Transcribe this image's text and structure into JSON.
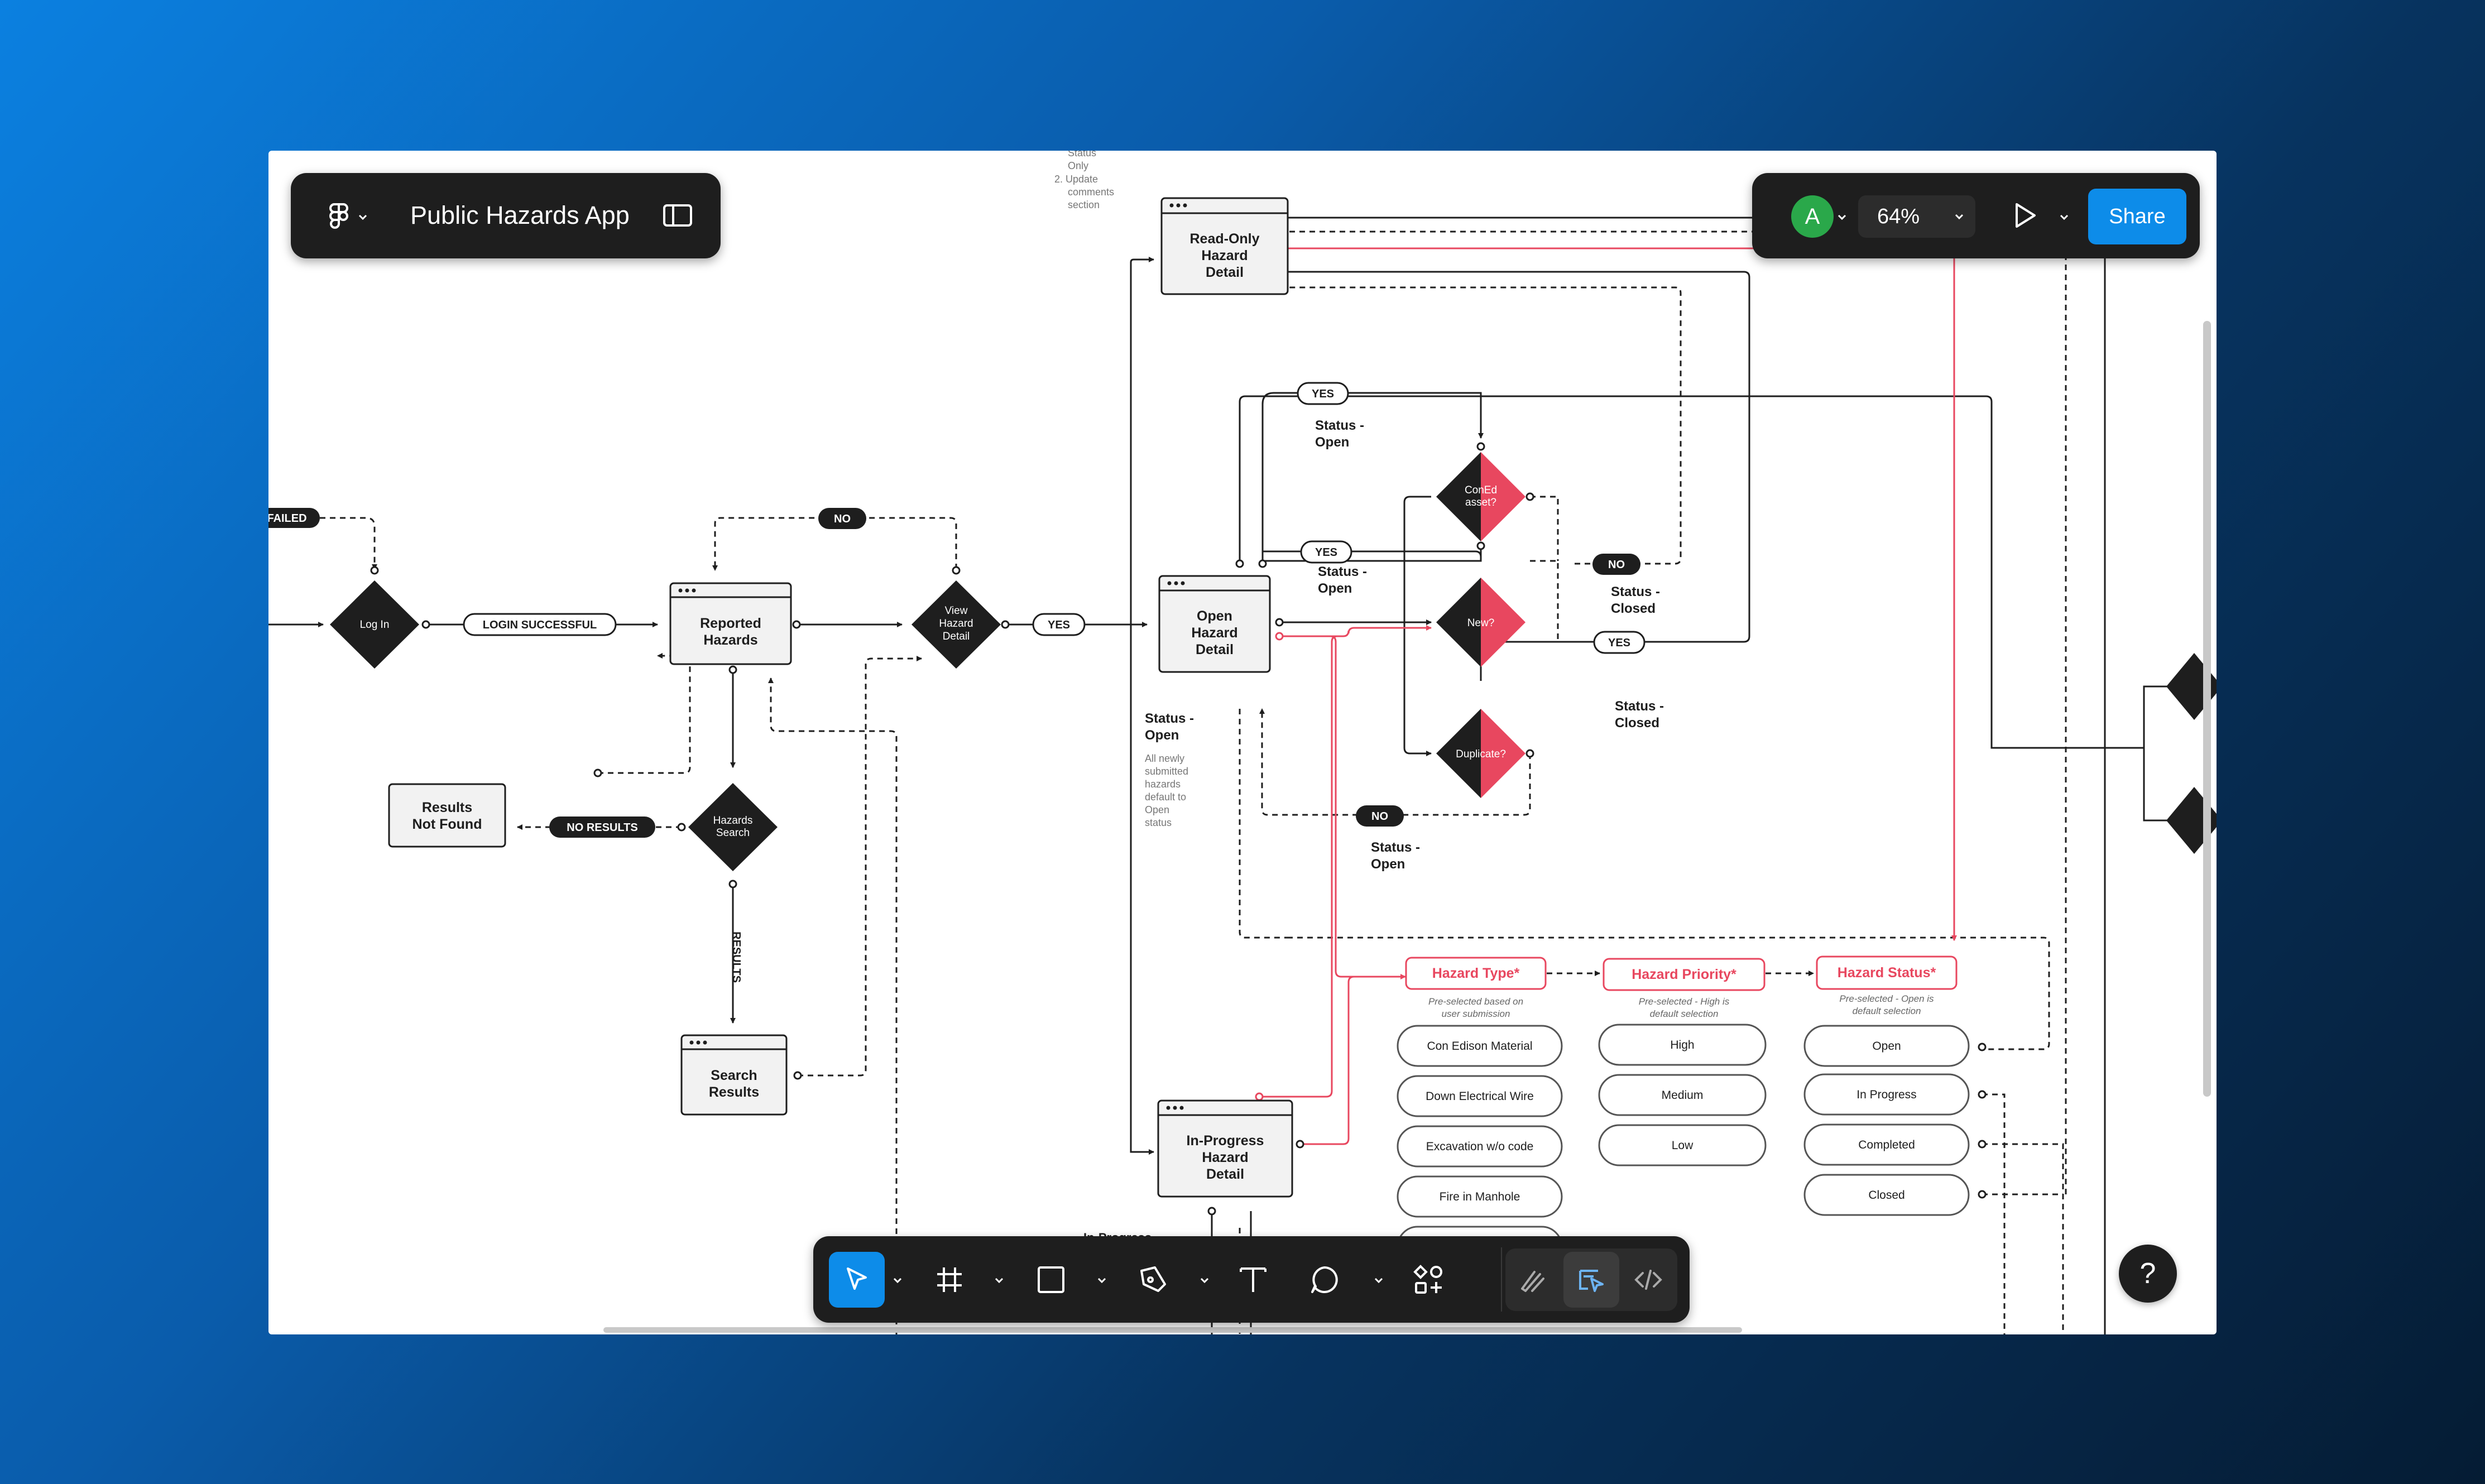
{
  "app": {
    "file_title": "Public Hazards App",
    "zoom": "64%",
    "user_initial": "A",
    "share_label": "Share",
    "help_label": "?"
  },
  "colors": {
    "accent": "#0d8ce9",
    "danger": "#e8475f",
    "ink": "#1e1e1e",
    "avatar": "#2aa84a"
  },
  "toolbar": {
    "tools": [
      {
        "name": "move-tool",
        "icon": "cursor-arrow-icon",
        "active": true
      },
      {
        "name": "frame-tool",
        "icon": "frame-hash-icon",
        "active": false
      },
      {
        "name": "rectangle-tool",
        "icon": "rectangle-icon",
        "active": false
      },
      {
        "name": "pen-tool",
        "icon": "pen-nib-icon",
        "active": false
      },
      {
        "name": "text-tool",
        "icon": "text-t-icon",
        "active": false
      },
      {
        "name": "comment-tool",
        "icon": "speech-bubble-icon",
        "active": false
      },
      {
        "name": "actions-tool",
        "icon": "shapes-plus-icon",
        "active": false
      }
    ],
    "modes": [
      {
        "name": "draw-mode",
        "icon": "squiggle-icon"
      },
      {
        "name": "design-mode",
        "icon": "cursor-in-frame-icon"
      },
      {
        "name": "dev-mode",
        "icon": "code-brackets-icon"
      }
    ]
  },
  "flow": {
    "nodes": {
      "log_in": "Log In",
      "reported": [
        "Reported",
        "Hazards"
      ],
      "view_detail": [
        "View",
        "Hazard",
        "Detail"
      ],
      "results_not_found": [
        "Results",
        "Not Found"
      ],
      "hazards_search": [
        "Hazards",
        "Search"
      ],
      "search_results": [
        "Search",
        "Results"
      ],
      "read_only": [
        "Read-Only",
        "Hazard",
        "Detail"
      ],
      "open_detail": [
        "Open",
        "Hazard",
        "Detail"
      ],
      "in_progress_detail": [
        "In-Progress",
        "Hazard",
        "Detail"
      ],
      "coned": [
        "ConEd",
        "asset?"
      ],
      "new_q": "New?",
      "duplicate": "Duplicate?"
    },
    "edge_labels": {
      "failed": "FAILED",
      "login_successful": "LOGIN SUCCESSFUL",
      "no_top": "NO",
      "yes_view": "YES",
      "no_results": "NO RESULTS",
      "results": "RESULTS",
      "yes_a": "YES",
      "yes_b": "YES",
      "yes_c": "YES",
      "no_coned": "NO",
      "no_dup": "NO"
    },
    "status_notes": {
      "open_1": [
        "Status -",
        "Open"
      ],
      "open_2": [
        "Status -",
        "Open"
      ],
      "closed_1": [
        "Status -",
        "Closed"
      ],
      "closed_2": [
        "Status -",
        "Closed"
      ],
      "open_3": [
        "Status -",
        "Open"
      ],
      "open_left": [
        "Status -",
        "Open"
      ],
      "open_left_desc": [
        "All newly",
        "submitted",
        "hazards",
        "default to",
        "Open",
        "status"
      ],
      "top_note": [
        "Status",
        "Only",
        "2. Update",
        "comments",
        "section"
      ],
      "in_progress_cut": "In-Progress"
    },
    "fields": [
      {
        "label": "Hazard Type*",
        "hint": [
          "Pre-selected based on",
          "user submission"
        ],
        "options": [
          "Con Edison Material",
          "Down Electrical Wire",
          "Excavation w/o code",
          "Fire in Manhole"
        ]
      },
      {
        "label": "Hazard Priority*",
        "hint": [
          "Pre-selected - High is",
          "default selection"
        ],
        "options": [
          "High",
          "Medium",
          "Low"
        ]
      },
      {
        "label": "Hazard Status*",
        "hint": [
          "Pre-selected - Open is",
          "default selection"
        ],
        "options": [
          "Open",
          "In Progress",
          "Completed",
          "Closed"
        ]
      }
    ]
  }
}
